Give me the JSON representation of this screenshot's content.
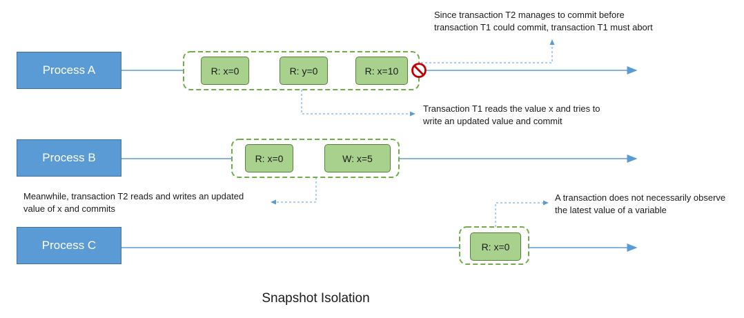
{
  "title": "Snapshot Isolation",
  "colors": {
    "process_fill": "#5b9bd5",
    "timeline": "#5b9bd5",
    "op_fill": "#a9d18e",
    "group_border": "#70ad47",
    "abort": "#c00000"
  },
  "processes": [
    {
      "label": "Process A",
      "operations": [
        "R: x=0",
        "R: y=0",
        "R: x=10"
      ],
      "aborted": true
    },
    {
      "label": "Process B",
      "operations": [
        "R: x=0",
        "W: x=5"
      ],
      "aborted": false
    },
    {
      "label": "Process C",
      "operations": [
        "R: x=0"
      ],
      "aborted": false
    }
  ],
  "annotations": {
    "t1_abort": [
      "Since transaction T2 manages to commit before",
      "transaction T1 could commit, transaction T1 must abort"
    ],
    "t1_reads": [
      "Transaction T1 reads the value x and tries to",
      "write an updated value and commit"
    ],
    "t2_commits": [
      "Meanwhile, transaction T2 reads and writes an updated",
      "value of x and commits"
    ],
    "latest_value": [
      "A transaction does not necessarily observe",
      "the latest value of a variable"
    ]
  },
  "icons": {
    "abort": "no-entry-icon"
  }
}
